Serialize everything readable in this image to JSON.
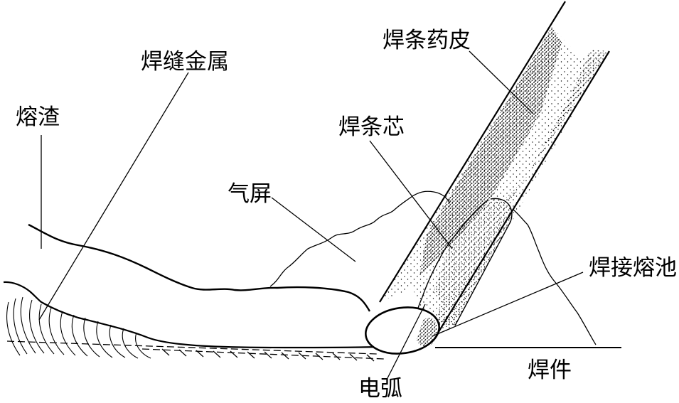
{
  "labels": {
    "slag": "熔渣",
    "weld_metal": "焊缝金属",
    "coating": "焊条药皮",
    "core_wire": "焊条芯",
    "gas_shield": "气屏",
    "weld_pool": "焊接熔池",
    "workpiece": "焊件",
    "arc": "电弧"
  }
}
